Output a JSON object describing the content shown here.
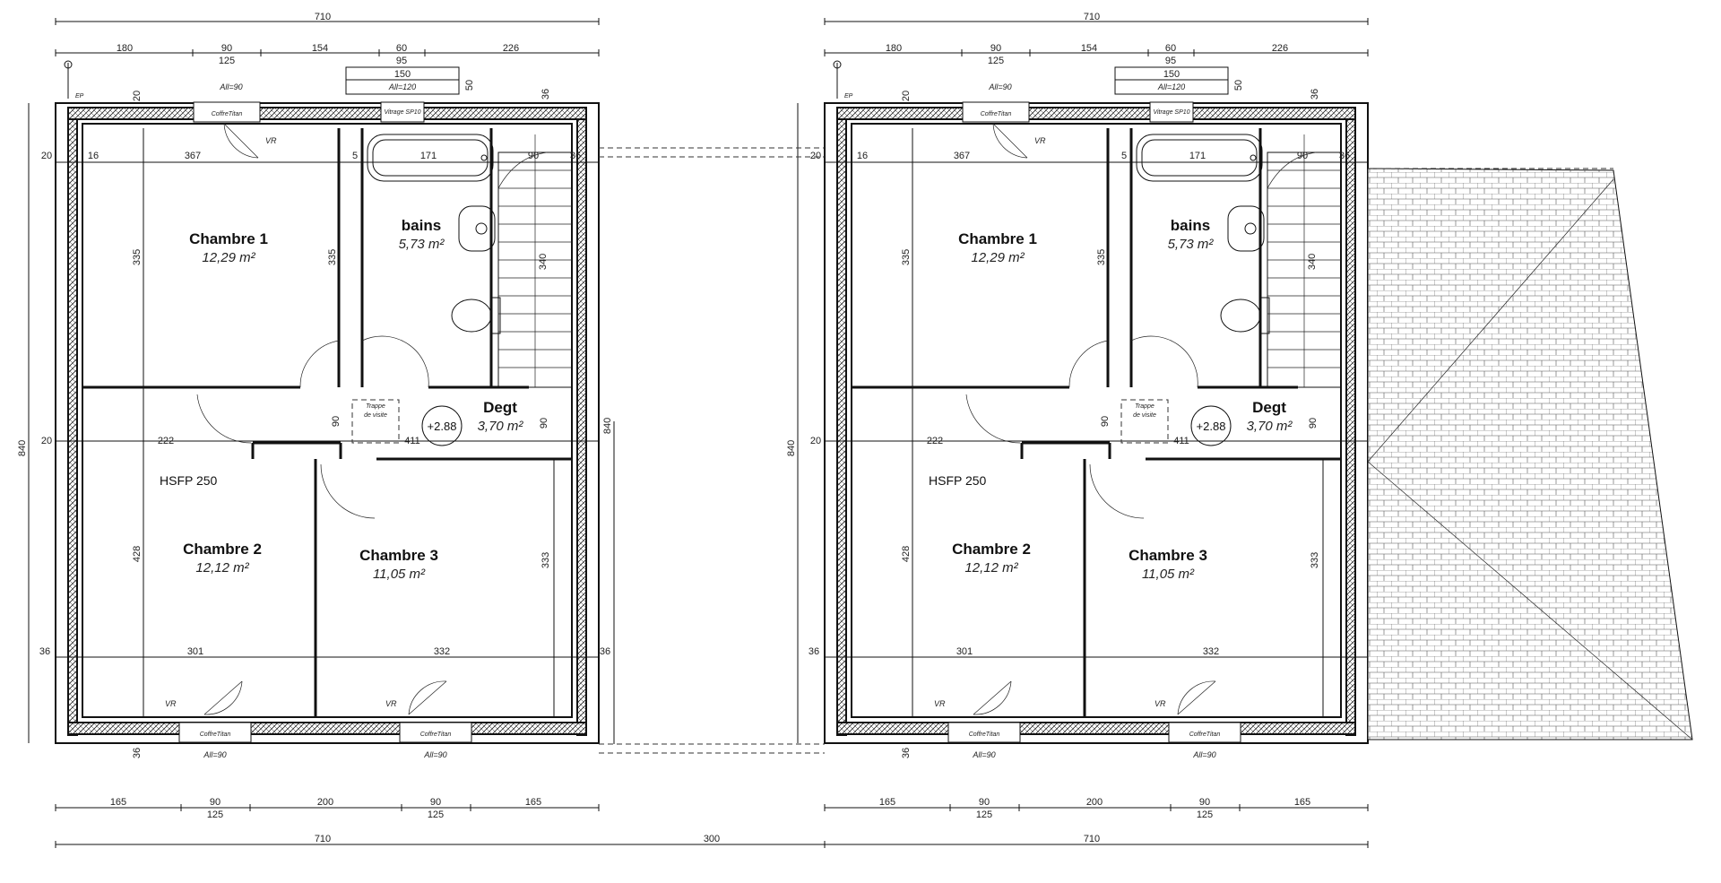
{
  "plans": [
    {
      "top_total": "710",
      "top_dims": [
        "180",
        "90",
        "154",
        "60",
        "226"
      ],
      "top_sub": [
        "125",
        "95"
      ],
      "bay_width": "150",
      "all_labels": [
        "All=90",
        "All=120",
        "All=90",
        "All=90"
      ],
      "coffre": "CoffreTitan",
      "vitrage": "Vitrage SP10",
      "vr": "VR",
      "ep": "EP",
      "side_height": "840",
      "rooms": [
        {
          "name": "Chambre  1",
          "area": "12,29 m²"
        },
        {
          "name": "bains",
          "area": "5,73 m²"
        },
        {
          "name": "Degt",
          "area": "3,70 m²"
        },
        {
          "name": "Chambre  2",
          "area": "12,12 m²"
        },
        {
          "name": "Chambre  3",
          "area": "11,05 m²"
        }
      ],
      "hsfp": "HSFP 250",
      "level": "+2.88",
      "trappe": [
        "Trappe",
        "de visite"
      ],
      "inner_dims": {
        "d367": "367",
        "d171": "171",
        "d90": "90",
        "d335a": "335",
        "d335b": "335",
        "d340": "340",
        "d222": "222",
        "d411": "411",
        "d428": "428",
        "d333": "333",
        "d301": "301",
        "d332": "332",
        "d5": "5",
        "d16": "16",
        "d20": "20",
        "d36": "36",
        "d50": "50"
      },
      "bottom_dims": [
        "165",
        "90",
        "200",
        "90",
        "165"
      ],
      "bottom_sub": [
        "125",
        "125"
      ],
      "bottom_total": "710"
    },
    {
      "top_total": "710",
      "top_dims": [
        "180",
        "90",
        "154",
        "60",
        "226"
      ],
      "top_sub": [
        "125",
        "95"
      ],
      "bay_width": "150",
      "all_labels": [
        "All=90",
        "All=120",
        "All=90",
        "All=90"
      ],
      "coffre": "CoffreTitan",
      "vitrage": "Vitrage SP10",
      "vr": "VR",
      "ep": "EP",
      "side_height": "840",
      "rooms": [
        {
          "name": "Chambre  1",
          "area": "12,29 m²"
        },
        {
          "name": "bains",
          "area": "5,73 m²"
        },
        {
          "name": "Degt",
          "area": "3,70 m²"
        },
        {
          "name": "Chambre  2",
          "area": "12,12 m²"
        },
        {
          "name": "Chambre  3",
          "area": "11,05 m²"
        }
      ],
      "hsfp": "HSFP 250",
      "level": "+2.88",
      "trappe": [
        "Trappe",
        "de visite"
      ],
      "inner_dims": {
        "d367": "367",
        "d171": "171",
        "d90": "90",
        "d335a": "335",
        "d335b": "335",
        "d340": "340",
        "d222": "222",
        "d411": "411",
        "d428": "428",
        "d333": "333",
        "d301": "301",
        "d332": "332",
        "d5": "5",
        "d16": "16",
        "d20": "20",
        "d36": "36",
        "d50": "50"
      },
      "bottom_dims": [
        "165",
        "90",
        "200",
        "90",
        "165"
      ],
      "bottom_sub": [
        "125",
        "125"
      ],
      "bottom_total": "710"
    }
  ],
  "gap_dim": "300",
  "middle_height": "840"
}
